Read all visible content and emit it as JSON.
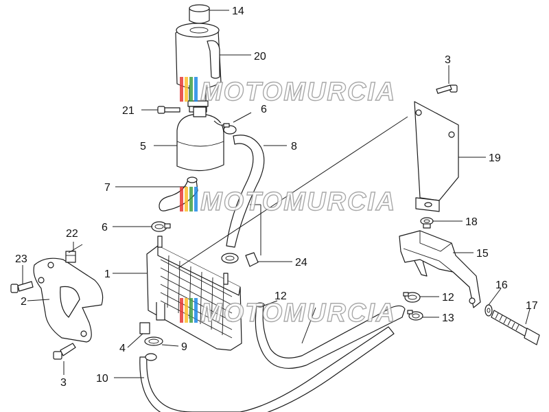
{
  "diagram": {
    "callouts": [
      {
        "id": "c14a",
        "label": "14"
      },
      {
        "id": "c20",
        "label": "20"
      },
      {
        "id": "c3a",
        "label": "3"
      },
      {
        "id": "c21",
        "label": "21"
      },
      {
        "id": "c6a",
        "label": "6"
      },
      {
        "id": "c5",
        "label": "5"
      },
      {
        "id": "c8",
        "label": "8"
      },
      {
        "id": "c19",
        "label": "19"
      },
      {
        "id": "c7",
        "label": "7"
      },
      {
        "id": "c18",
        "label": "18"
      },
      {
        "id": "c6b",
        "label": "6"
      },
      {
        "id": "c22",
        "label": "22"
      },
      {
        "id": "c15",
        "label": "15"
      },
      {
        "id": "c23",
        "label": "23"
      },
      {
        "id": "c24",
        "label": "24"
      },
      {
        "id": "c1",
        "label": "1"
      },
      {
        "id": "c16",
        "label": "16"
      },
      {
        "id": "c17",
        "label": "17"
      },
      {
        "id": "c2",
        "label": "2"
      },
      {
        "id": "c12a",
        "label": "12"
      },
      {
        "id": "c12b",
        "label": "12"
      },
      {
        "id": "c13",
        "label": "13"
      },
      {
        "id": "c4",
        "label": "4"
      },
      {
        "id": "c9",
        "label": "9"
      },
      {
        "id": "c3b",
        "label": "3"
      },
      {
        "id": "c10",
        "label": "10"
      }
    ],
    "watermark": {
      "text": "MOTOMURCIA",
      "stripe_colors": [
        "#e53935",
        "#fbc02d",
        "#43a047",
        "#1e88e5"
      ]
    }
  }
}
